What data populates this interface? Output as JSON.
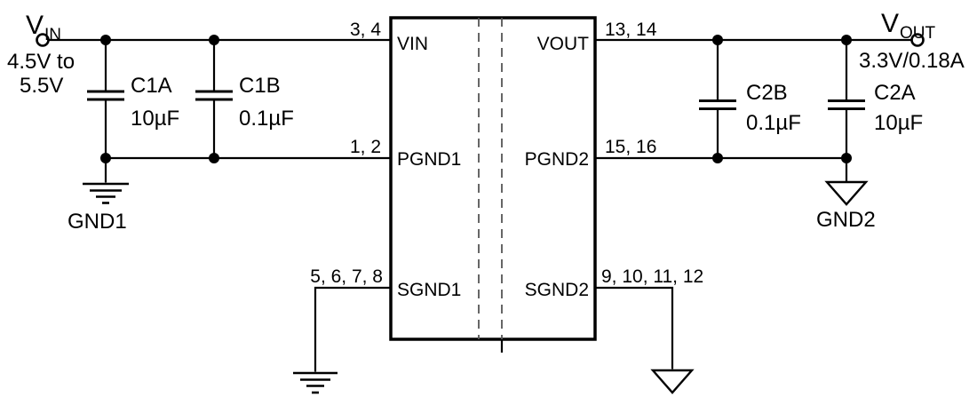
{
  "colors": {
    "ink": "#000000",
    "background": "#ffffff"
  },
  "schematic": {
    "input": {
      "terminal_v": "V",
      "terminal_sub": "IN",
      "range1": "4.5V to",
      "range2": "5.5V",
      "gnd": "GND1"
    },
    "output": {
      "terminal_v": "V",
      "terminal_sub": "OUT",
      "rating": "3.3V/0.18A",
      "gnd": "GND2"
    },
    "caps": {
      "c1a": {
        "ref": "C1A",
        "value": "10µF"
      },
      "c1b": {
        "ref": "C1B",
        "value": "0.1µF"
      },
      "c2b": {
        "ref": "C2B",
        "value": "0.1µF"
      },
      "c2a": {
        "ref": "C2A",
        "value": "10µF"
      }
    },
    "ic": {
      "pins": {
        "vin": {
          "label": "VIN",
          "numbers": "3, 4"
        },
        "pgnd1": {
          "label": "PGND1",
          "numbers": "1, 2"
        },
        "sgnd1": {
          "label": "SGND1",
          "numbers": "5, 6, 7, 8"
        },
        "vout": {
          "label": "VOUT",
          "numbers": "13, 14"
        },
        "pgnd2": {
          "label": "PGND2",
          "numbers": "15, 16"
        },
        "sgnd2": {
          "label": "SGND2",
          "numbers": "9, 10, 11, 12"
        }
      }
    }
  }
}
